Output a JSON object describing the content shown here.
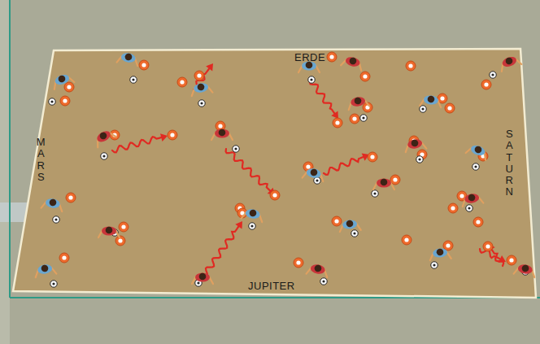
{
  "diagram": {
    "labels": [
      "ERDE",
      "MARS",
      "SATURN",
      "JUPITER"
    ]
  }
}
